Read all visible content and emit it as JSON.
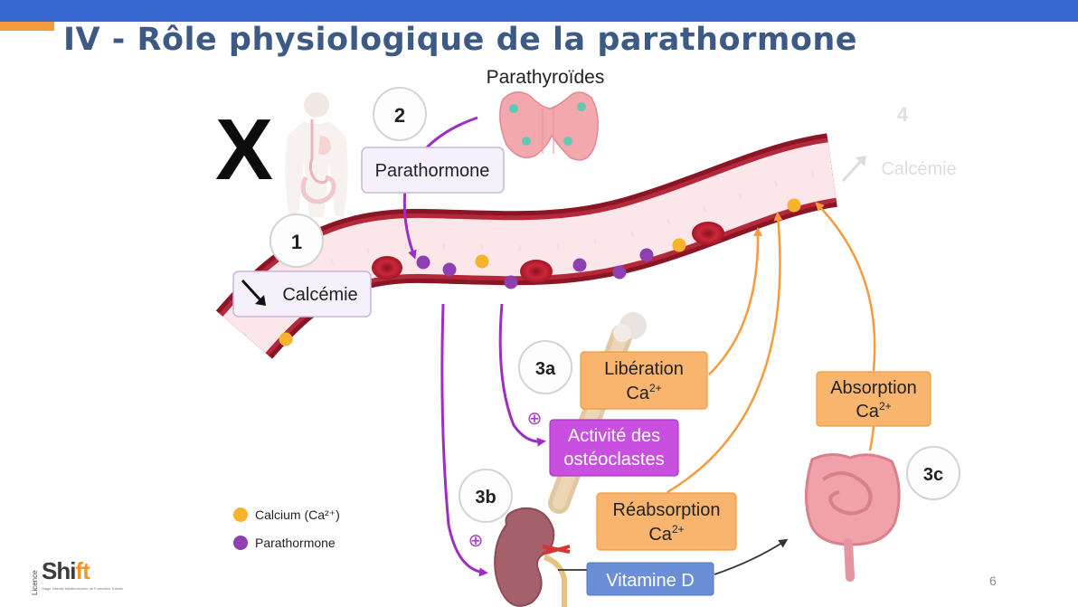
{
  "slide": {
    "title": "IV - Rôle physiologique de la parathormone",
    "page_number": "6"
  },
  "labels": {
    "parathyroides": "Parathyroïdes",
    "parathormone": "Parathormone",
    "calcemie_low": "Calcémie",
    "calcemie_high": "Calcémie",
    "cross_mark": "X",
    "liberation_line1": "Libération",
    "absorption_line1": "Absorption",
    "reabsorption_line1": "Réabsorption",
    "ca_base": "Ca",
    "ca_sup": "2+",
    "osteoclastes_line1": "Activité des",
    "osteoclastes_line2": "ostéoclastes",
    "vitamine_d": "Vitamine D",
    "plus": "⊕"
  },
  "steps": {
    "s1": "1",
    "s2": "2",
    "s3a": "3a",
    "s3b": "3b",
    "s3c": "3c",
    "s4": "4"
  },
  "legend": {
    "calcium": "Calcium (Ca²⁺)",
    "parathormone": "Parathormone"
  },
  "logo": {
    "licence": "Licence",
    "brand_a": "Shi",
    "brand_b": "ft",
    "tagline": "Stage Intensif Méditerranéen de Formation Tutorat"
  },
  "colors": {
    "title": "#3d5a85",
    "topbar": "#3567cf",
    "accent": "#f39a3d",
    "calcium": "#f7b32b",
    "parathormone": "#8e3fb0",
    "orange_box": "#f9b56d",
    "purple_box": "#c94fe0",
    "vitamine_box": "#6b8fd6",
    "vessel_wall": "#9c1f2d",
    "vessel_inner": "#fbe7e9"
  }
}
